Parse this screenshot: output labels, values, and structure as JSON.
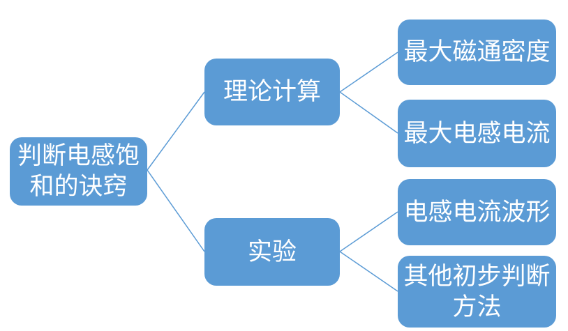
{
  "diagram": {
    "type": "mindmap-tree",
    "node_fill_color": "#5B9BD5",
    "connector_color": "#5B9BD5",
    "text_color": "#FFFFFF",
    "background_color": "#FFFFFF",
    "root": {
      "label": "判断电感饱和的诀窍"
    },
    "branches": [
      {
        "label": "理论计算",
        "children": [
          {
            "label": "最大磁通密度"
          },
          {
            "label": "最大电感电流"
          }
        ]
      },
      {
        "label": "实验",
        "children": [
          {
            "label": "电感电流波形"
          },
          {
            "label": "其他初步判断方法"
          }
        ]
      }
    ]
  }
}
